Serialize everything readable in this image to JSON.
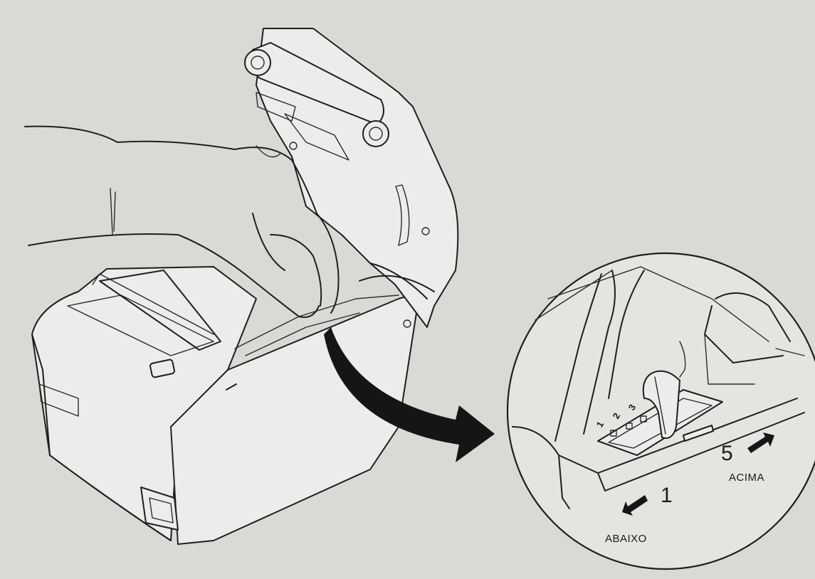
{
  "callout": {
    "down_number": "1",
    "down_label": "ABAIXO",
    "up_number": "5",
    "up_label": "ACIMA",
    "scale_marks": [
      "1",
      "2",
      "3"
    ]
  },
  "colors": {
    "paper": "#d9d9d6",
    "line": "#1e1e1e",
    "arrow": "#151515"
  }
}
